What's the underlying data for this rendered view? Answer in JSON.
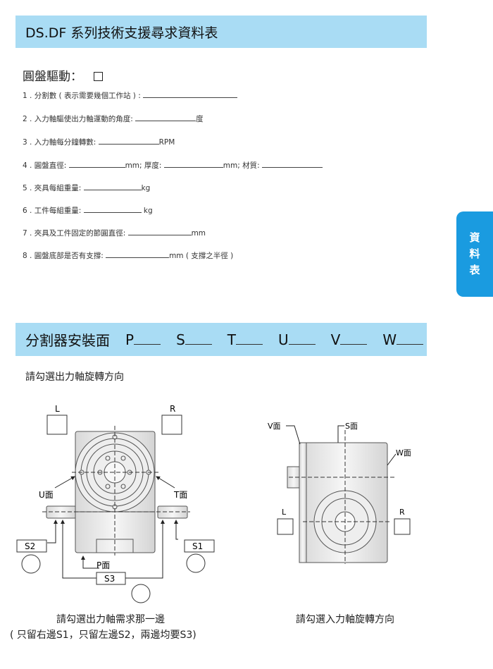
{
  "header": {
    "title": "DS.DF 系列技術支援尋求資料表"
  },
  "side_tab": {
    "chars": [
      "資",
      "料",
      "表"
    ]
  },
  "rotary": {
    "title": "圓盤驅動：",
    "items": [
      {
        "label": "1 . 分割數 ( 表示需要幾個工作站 ) :",
        "suffix": ""
      },
      {
        "label": "2 . 入力軸驅使出力軸運動的角度:",
        "suffix": "度"
      },
      {
        "label": "3 .  入力軸每分鐘轉數:",
        "suffix": "RPM"
      },
      {
        "label": "4 . 圓盤直徑:",
        "suffix": "mm;  厚度:",
        "suffix2": "mm;  材質:"
      },
      {
        "label": "5 . 夾具每組重量:",
        "suffix": "kg"
      },
      {
        "label": "6 . 工件每組重量:",
        "suffix": " kg"
      },
      {
        "label": "7 . 夾具及工件固定的節圓直徑:",
        "suffix": "mm"
      },
      {
        "label": "8 . 圓盤底部是否有支撐:",
        "suffix": "mm  ( 支撐之半徑 )"
      }
    ]
  },
  "mount": {
    "title": "分割器安裝面",
    "slots": [
      "P",
      "S",
      "T",
      "U",
      "V",
      "W"
    ]
  },
  "rotation_prompt": "請勾選出力軸旋轉方向",
  "left_diagram": {
    "L": "L",
    "R": "R",
    "U": "U面",
    "T": "T面",
    "P": "P面",
    "S1": "S1",
    "S2": "S2",
    "S3": "S3"
  },
  "right_diagram": {
    "V": "V面",
    "S": "S面",
    "W": "W面",
    "L": "L",
    "R": "R"
  },
  "captions": {
    "left1": "請勾選出力軸需求那一邊",
    "left2": "( 只留右邊S1，只留左邊S2，兩邊均要S3)",
    "right": "請勾選入力軸旋轉方向"
  }
}
